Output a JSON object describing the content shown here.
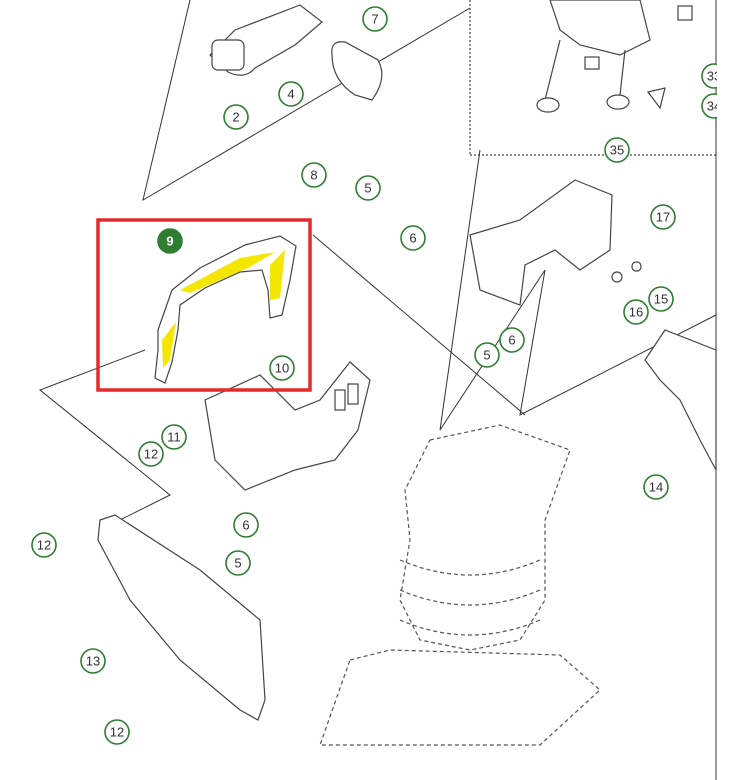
{
  "diagram": {
    "selected_callout": "9",
    "highlight_color": "#e32b2b",
    "callout_color": "#2e7d32",
    "part_highlight_color": "#f4e600",
    "callouts": [
      "2",
      "4",
      "7",
      "8",
      "5",
      "6",
      "9",
      "35",
      "33",
      "34",
      "17",
      "15",
      "16",
      "6",
      "5",
      "10",
      "11",
      "12",
      "14",
      "6",
      "5",
      "12",
      "13",
      "12"
    ]
  }
}
